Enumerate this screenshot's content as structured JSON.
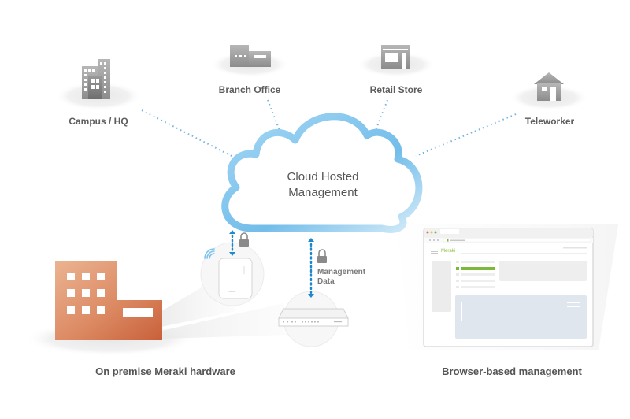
{
  "diagram": {
    "title": "Cloud Hosted Management",
    "cloud": {
      "line1": "Cloud Hosted",
      "line2": "Management",
      "icon": "cloud-icon"
    },
    "sites": [
      {
        "label": "Campus / HQ",
        "icon": "office-towers-icon"
      },
      {
        "label": "Branch Office",
        "icon": "branch-building-icon"
      },
      {
        "label": "Retail Store",
        "icon": "storefront-icon"
      },
      {
        "label": "Teleworker",
        "icon": "house-icon"
      }
    ],
    "management_data": {
      "line1": "Management",
      "line2": "Data",
      "icon": "lock-icon"
    },
    "on_premise": {
      "label": "On premise Meraki hardware",
      "devices": [
        "wireless-access-point",
        "security-appliance"
      ]
    },
    "browser": {
      "label": "Browser-based management",
      "app_name": "Meraki"
    },
    "colors": {
      "cloud_blue": "#7cc4ee",
      "link_blue": "#5aa9dc",
      "arrow_blue": "#1e88cc",
      "building_orange": "#d2714a",
      "browser_green": "#7cb83a",
      "text_gray": "#5d5d5d",
      "icon_gray": "#9a9a9a"
    }
  }
}
